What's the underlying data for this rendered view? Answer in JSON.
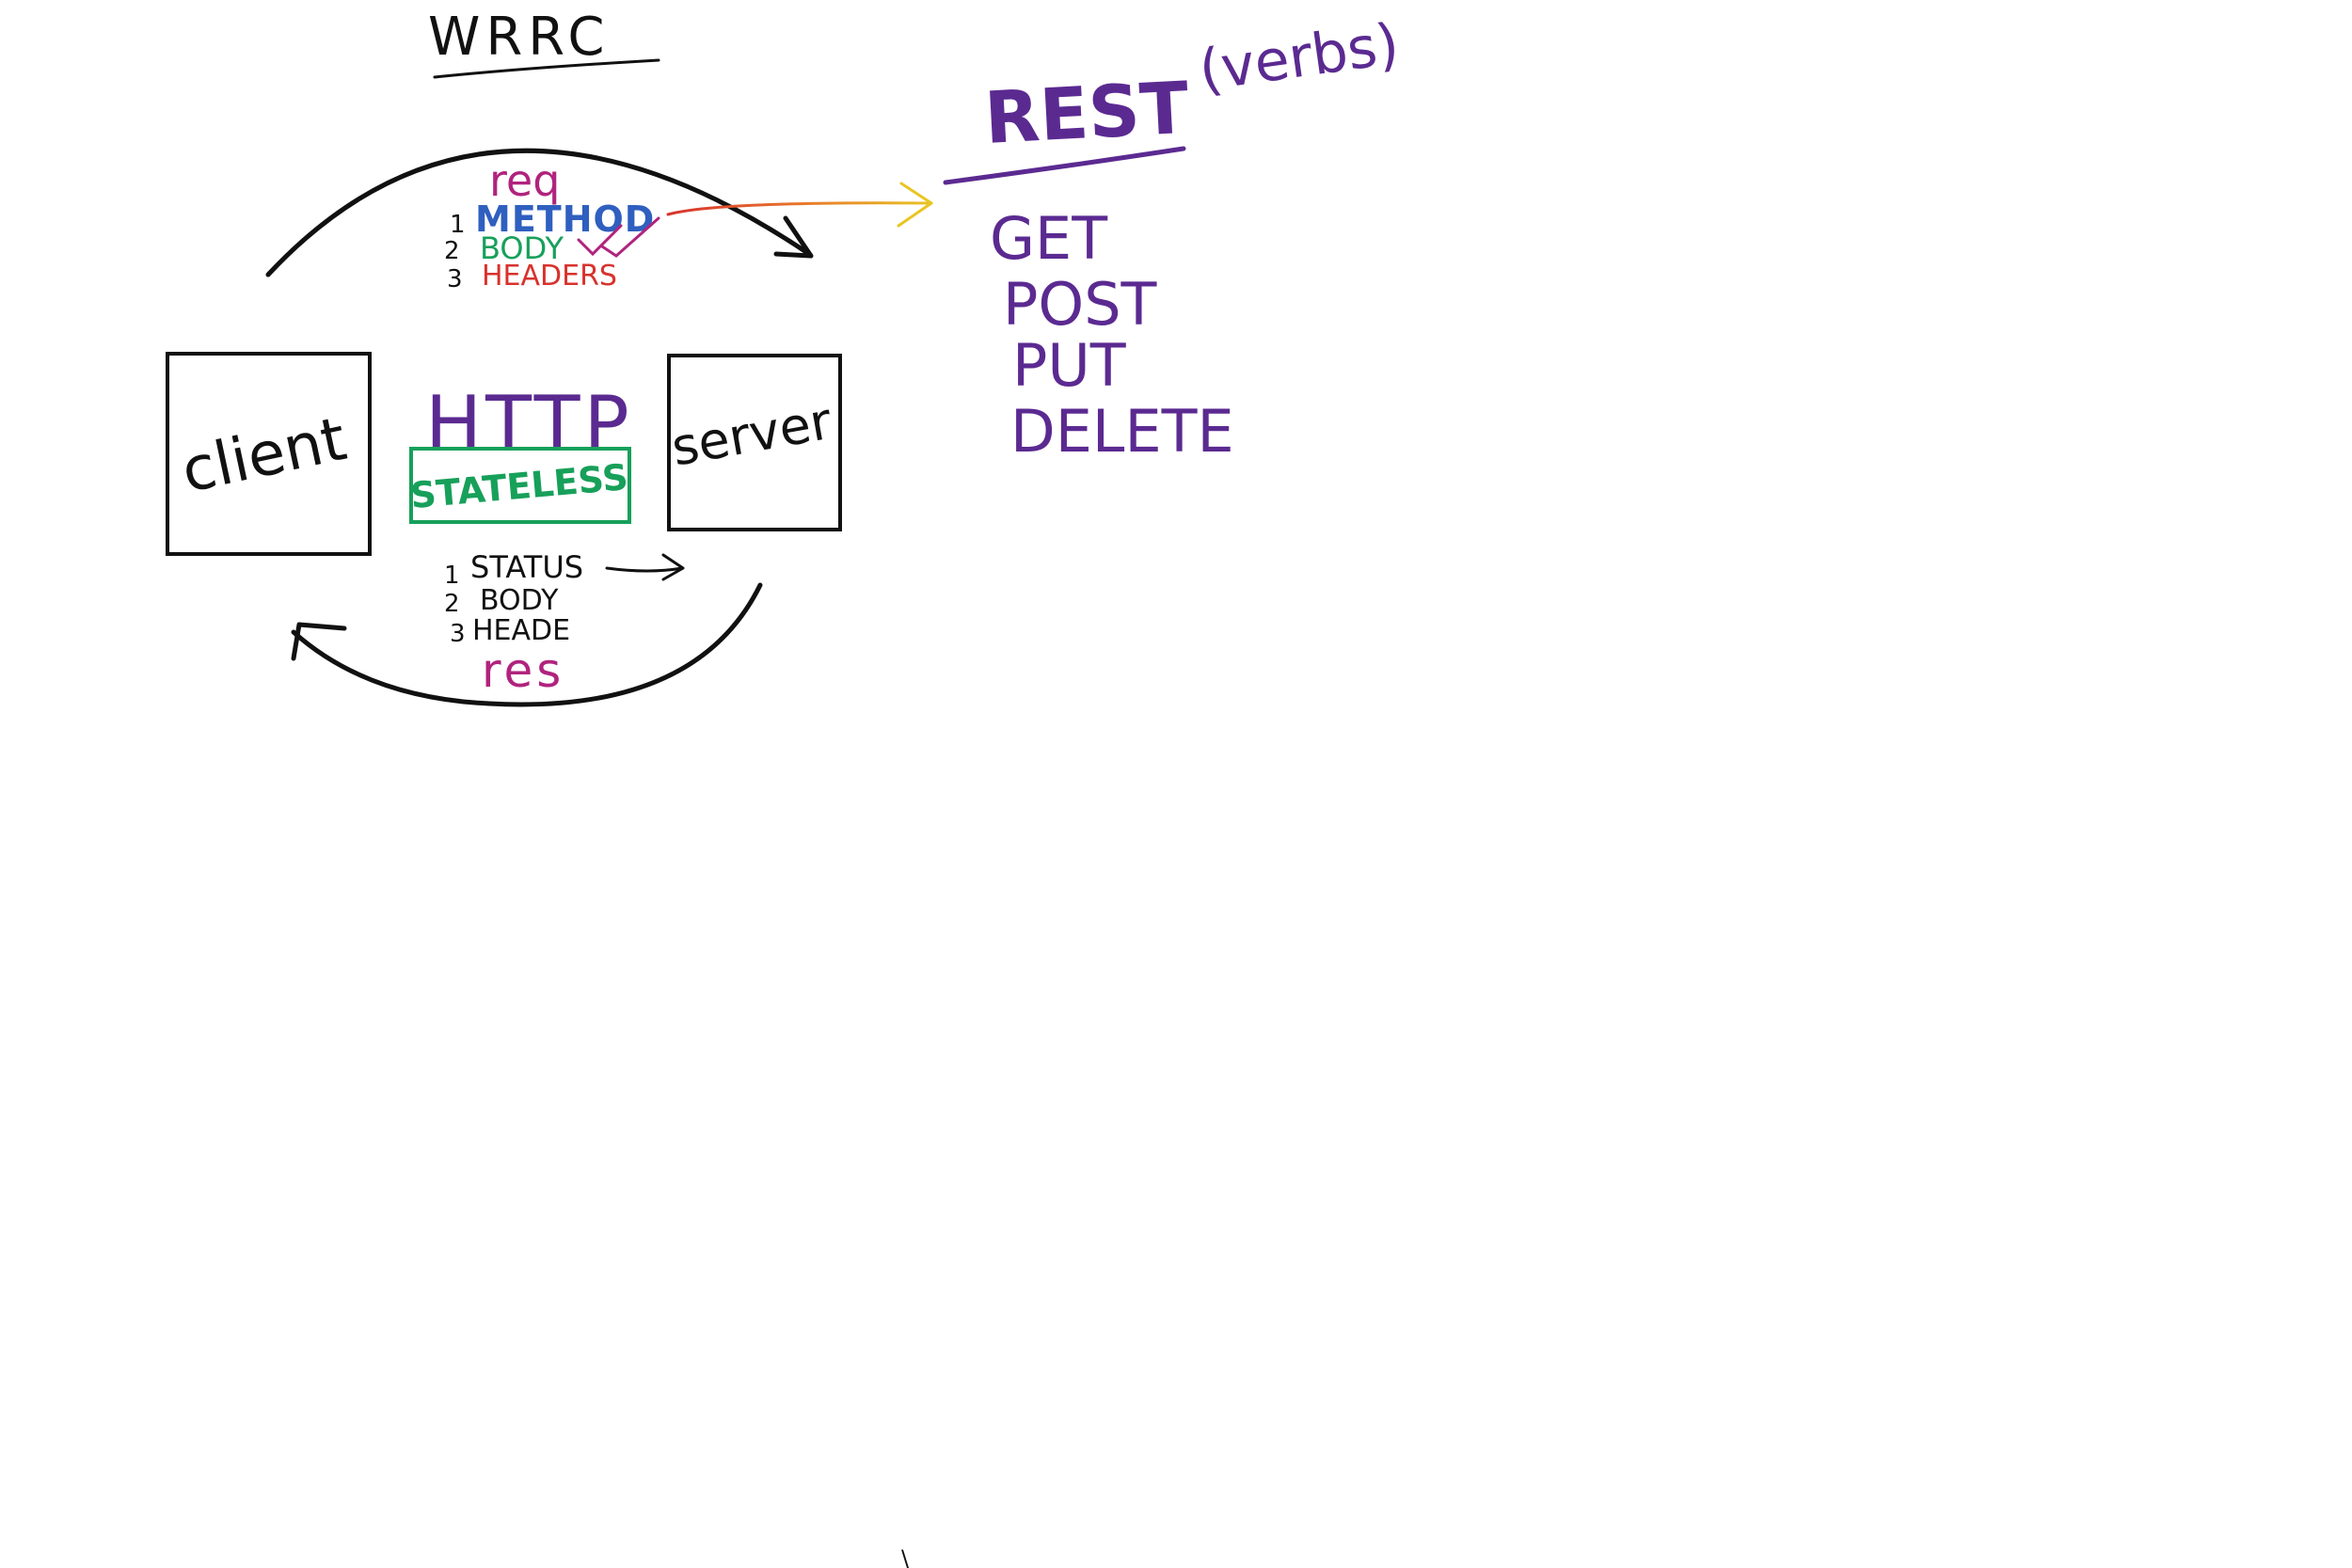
{
  "title": "WRRC",
  "client_label": "client",
  "server_label": "server",
  "protocol": {
    "name": "HTTP",
    "property": "STATELESS"
  },
  "request": {
    "label": "req",
    "items": [
      {
        "num": "1",
        "text": "METHOD"
      },
      {
        "num": "2",
        "text": "BODY"
      },
      {
        "num": "3",
        "text": "HEADERS"
      }
    ]
  },
  "response": {
    "label": "res",
    "items": [
      {
        "num": "1",
        "text": "STATUS"
      },
      {
        "num": "2",
        "text": "BODY"
      },
      {
        "num": "3",
        "text": "HEADE"
      }
    ]
  },
  "rest": {
    "title": "REST",
    "note": "(verbs)",
    "verbs": [
      "GET",
      "POST",
      "PUT",
      "DELETE"
    ]
  },
  "stray_mark": "\\",
  "colors": {
    "ink": "#111111",
    "purple": "#5b2a91",
    "magenta": "#b0237e",
    "green": "#17a05a",
    "blue": "#2f5fbf",
    "orange": "#e8762c",
    "red": "#d8322c",
    "yellow": "#e9c523"
  }
}
